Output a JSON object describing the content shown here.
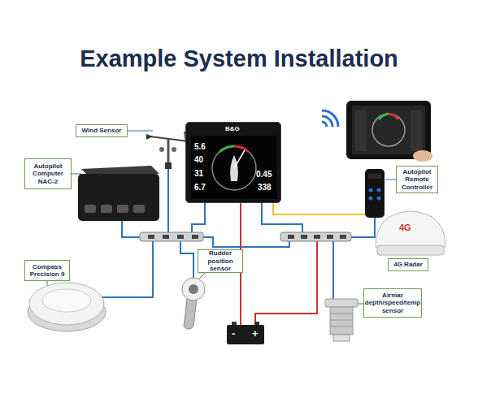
{
  "diagram": {
    "title": "Example System Installation",
    "nodes": [
      {
        "text": [
          "B&G",
          "5.6",
          "40",
          "31",
          "6.7",
          "0.45",
          "338"
        ]
      },
      {
        "text": [
          "Wind Sensor"
        ]
      },
      {
        "text": [
          "Autopilot Computer NAC-2"
        ]
      },
      {
        "text": [
          "Autopilot Remote Controller"
        ]
      },
      {
        "text": [
          "Compass Precision 9"
        ]
      },
      {
        "text": [
          "Rudder position sensor"
        ]
      },
      {
        "text": [
          "4G Radar"
        ]
      },
      {
        "text": [
          "Airmar depth/speed/temp sensor"
        ]
      }
    ],
    "labels": [
      "4G",
      "-",
      "+"
    ]
  }
}
